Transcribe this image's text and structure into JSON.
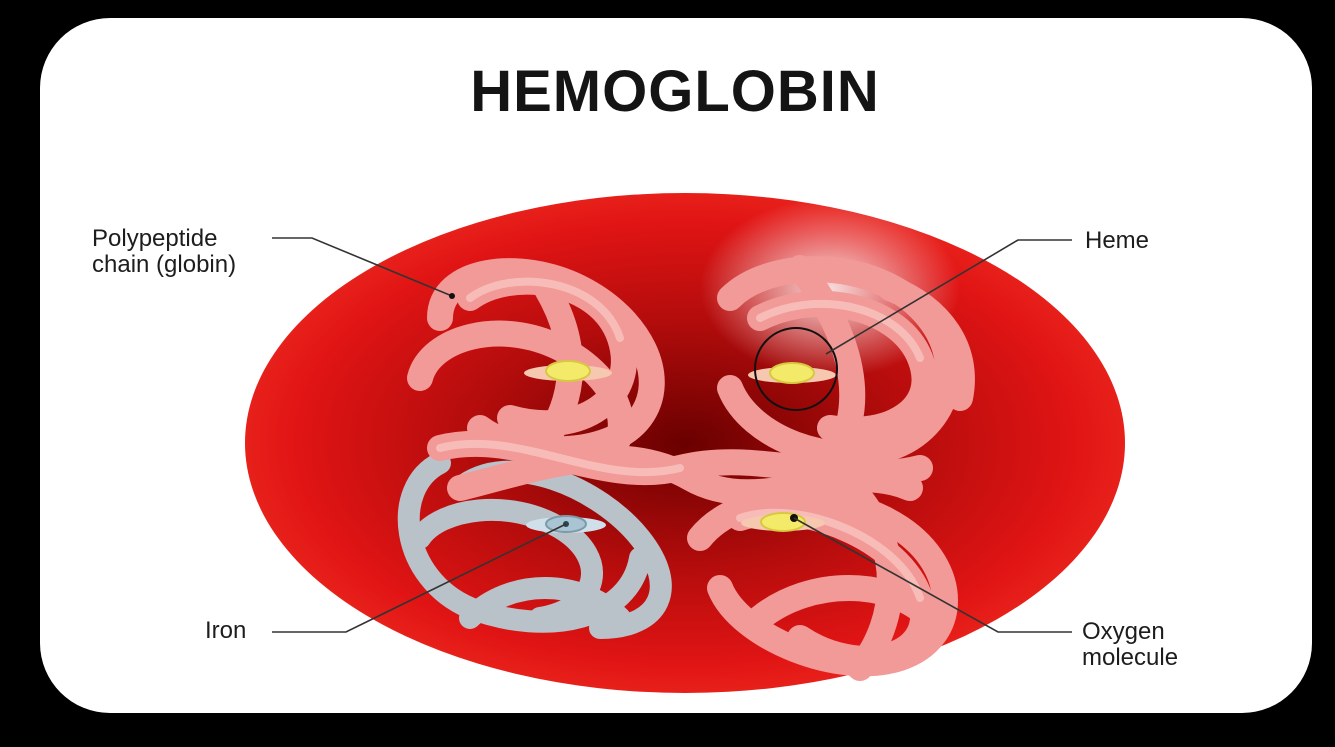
{
  "title": "HEMOGLOBIN",
  "labels": {
    "polypeptide_line1": "Polypeptide",
    "polypeptide_line2": "chain (globin)",
    "heme": "Heme",
    "iron": "Iron",
    "oxygen_line1": "Oxygen",
    "oxygen_line2": "molecule"
  },
  "colors": {
    "background": "#000000",
    "card": "#ffffff",
    "cell_red": "#e01414",
    "cell_dark": "#8a0000",
    "globin_pink": "#f29a98",
    "globin_gray": "#b9c2c8",
    "heme_yellow": "#f4ea6a"
  }
}
